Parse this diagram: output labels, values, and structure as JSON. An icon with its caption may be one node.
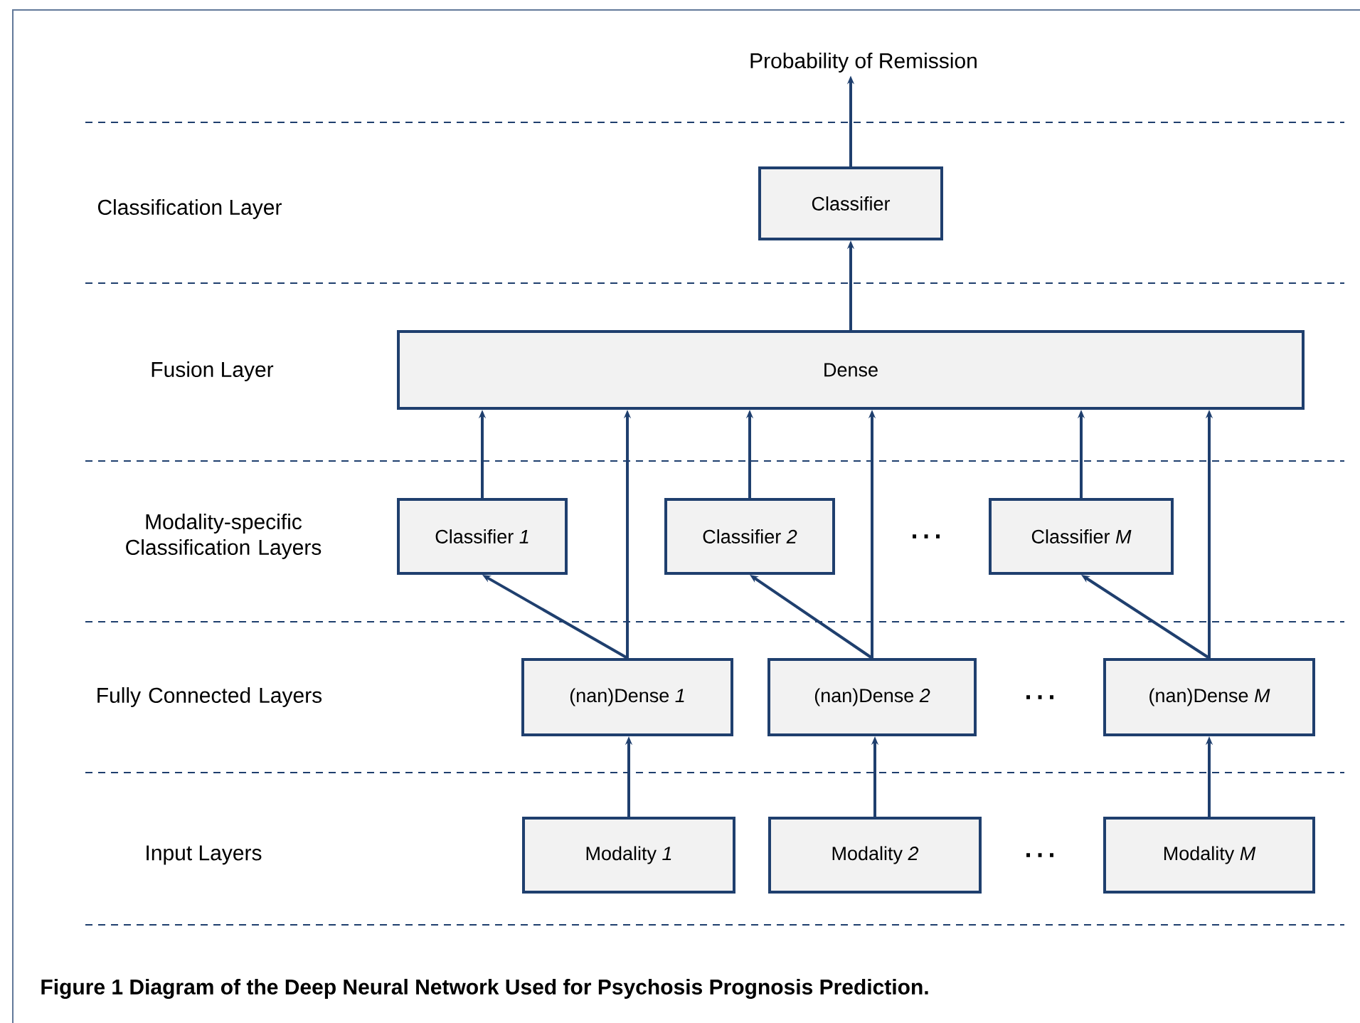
{
  "diagram": {
    "caption": "Figure 1 Diagram of the Deep Neural Network Used for Psychosis Prognosis Prediction.",
    "nodes": [
      {
        "text": [
          "Probability of Remission"
        ]
      },
      {
        "text": [
          "Classifier"
        ]
      },
      {
        "text": [
          "Dense"
        ]
      },
      {
        "text": [
          "Classifier *1*"
        ]
      },
      {
        "text": [
          "Classifier *2*"
        ]
      },
      {
        "text": [
          "Classifier *M*"
        ]
      },
      {
        "text": [
          "(nan)Dense *1*"
        ]
      },
      {
        "text": [
          "(nan)Dense *2*"
        ]
      },
      {
        "text": [
          "(nan)Dense *M*"
        ]
      },
      {
        "text": [
          "Modality *1*"
        ]
      },
      {
        "text": [
          "Modality *2*"
        ]
      },
      {
        "text": [
          "Modality *M*"
        ]
      }
    ],
    "edges": [
      {
        "from": 1,
        "to": 0,
        "arrow": "to"
      },
      {
        "from": 2,
        "to": 1,
        "arrow": "to"
      },
      {
        "from": 3,
        "to": 2,
        "arrow": "to"
      },
      {
        "from": 6,
        "to": 2,
        "arrow": "to"
      },
      {
        "from": 4,
        "to": 2,
        "arrow": "to"
      },
      {
        "from": 7,
        "to": 2,
        "arrow": "to"
      },
      {
        "from": 5,
        "to": 2,
        "arrow": "to"
      },
      {
        "from": 8,
        "to": 2,
        "arrow": "to"
      },
      {
        "from": 6,
        "to": 3,
        "arrow": "to"
      },
      {
        "from": 7,
        "to": 4,
        "arrow": "to"
      },
      {
        "from": 8,
        "to": 5,
        "arrow": "to"
      },
      {
        "from": 9,
        "to": 6,
        "arrow": "to"
      },
      {
        "from": 10,
        "to": 7,
        "arrow": "to"
      },
      {
        "from": 11,
        "to": 8,
        "arrow": "to"
      }
    ],
    "labels": [
      "Classification Layer",
      "Fusion Layer",
      "Modality-specific Classification Layers",
      "…",
      "Fully Connected Layers",
      "…",
      "Input Layers",
      "…"
    ]
  }
}
